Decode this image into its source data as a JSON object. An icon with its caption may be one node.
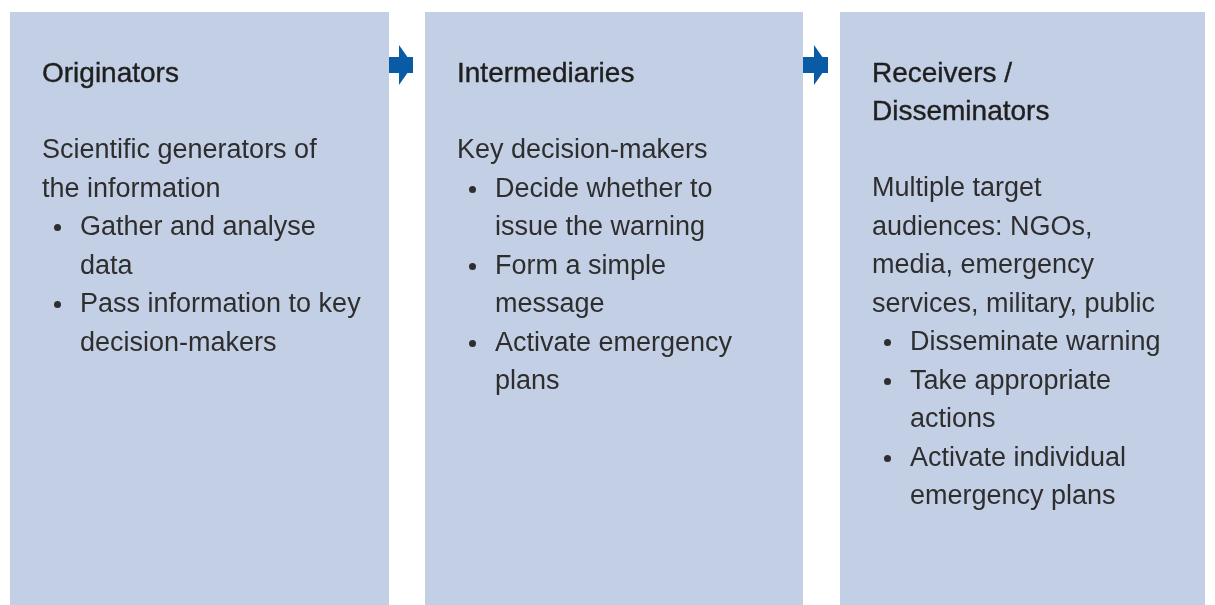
{
  "diagram": {
    "nodes": [
      {
        "text": [
          "Originators",
          "Scientific  generators of the information",
          "Gather and analyse data",
          "Pass information to key decision-makers"
        ]
      },
      {
        "text": [
          "Intermediaries",
          "Key decision-makers",
          "Decide whether to issue the warning",
          "Form a simple message",
          "Activate emergency plans"
        ]
      },
      {
        "text": [
          "Receivers / Disseminators",
          "Multiple target audiences: NGOs, media, emergency services, military, public",
          "Disseminate warning",
          "Take appropriate actions",
          "Activate individual emergency plans"
        ]
      }
    ],
    "edges": [
      {
        "from": 0,
        "to": 1,
        "arrow": "to"
      },
      {
        "from": 1,
        "to": 2,
        "arrow": "to"
      }
    ]
  }
}
